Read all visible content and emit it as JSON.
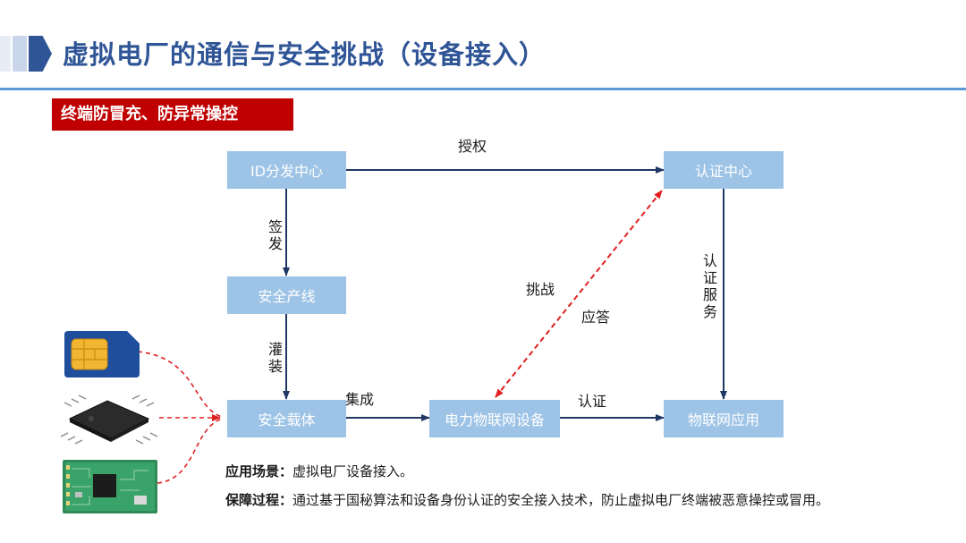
{
  "header": {
    "title": "虚拟电厂的通信与安全挑战（设备接入）",
    "accent_color": "#2f5597",
    "rule_color": "#5b9bd5"
  },
  "banner": {
    "label": "终端防冒充、防异常操控",
    "color": "#c00000"
  },
  "diagram": {
    "nodes": {
      "id_center": "ID分发中心",
      "auth_center": "认证中心",
      "secure_line": "安全产线",
      "secure_carrier": "安全载体",
      "power_iot_device": "电力物联网设备",
      "iot_app": "物联网应用"
    },
    "edge_labels": {
      "authorize": "授权",
      "issue": "签发",
      "fill": "灌装",
      "integrate": "集成",
      "challenge": "挑战",
      "response": "应答",
      "auth_service": "认证服务",
      "authenticate": "认证"
    },
    "node_color": "#9dc3e6",
    "arrow_color": "#1f3864",
    "dashed_color": "#e02020",
    "devices": [
      "sim-card-icon",
      "chip-icon",
      "circuit-board-icon"
    ]
  },
  "footer": {
    "scenario_label": "应用场景：",
    "scenario_text": "虚拟电厂设备接入。",
    "process_label": "保障过程：",
    "process_text": "通过基于国秘算法和设备身份认证的安全接入技术，防止虚拟电厂终端被恶意操控或冒用。"
  }
}
